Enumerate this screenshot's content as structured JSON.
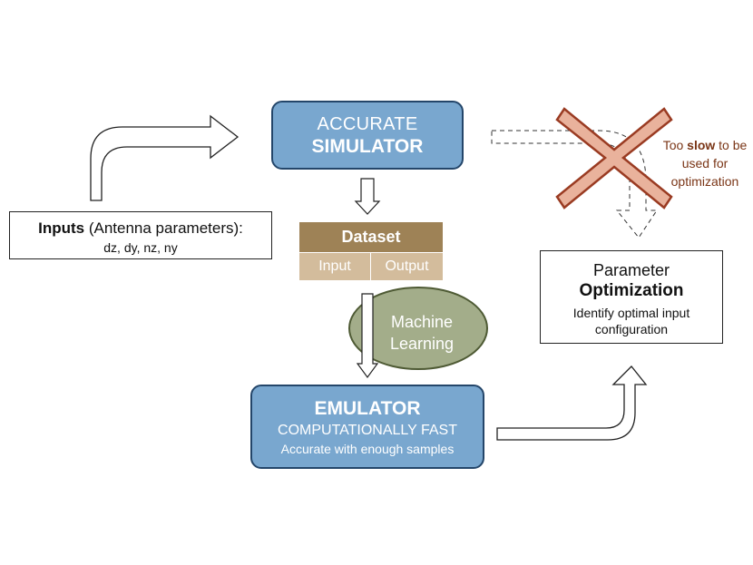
{
  "inputs": {
    "title_bold": "Inputs",
    "title_rest": " (Antenna parameters):",
    "params": "dz, dy, nz, ny"
  },
  "simulator": {
    "line1": "ACCURATE",
    "line2": "SIMULATOR"
  },
  "dataset": {
    "title": "Dataset",
    "col_input": "Input",
    "col_output": "Output"
  },
  "machine_learning": {
    "line1": "Machine",
    "line2": "Learning"
  },
  "emulator": {
    "line1": "EMULATOR",
    "line2": "COMPUTATIONALLY FAST",
    "line3": "Accurate with enough samples"
  },
  "optimization": {
    "line1": "Parameter",
    "line2": "Optimization",
    "line3a": "Identify optimal input",
    "line3b": "configuration"
  },
  "slow_note": {
    "pre": "Too ",
    "bold": "slow",
    "post": " to be used for optimization"
  },
  "colors": {
    "box_blue": "#79a7cf",
    "box_border": "#24466a",
    "dataset_header": "#9e8256",
    "dataset_cell": "#d3bc9c",
    "ml_ellipse": "#a3ad8a",
    "cross_fill": "#e9b29c",
    "cross_stroke": "#9a3b22",
    "note_text": "#7a3516"
  }
}
